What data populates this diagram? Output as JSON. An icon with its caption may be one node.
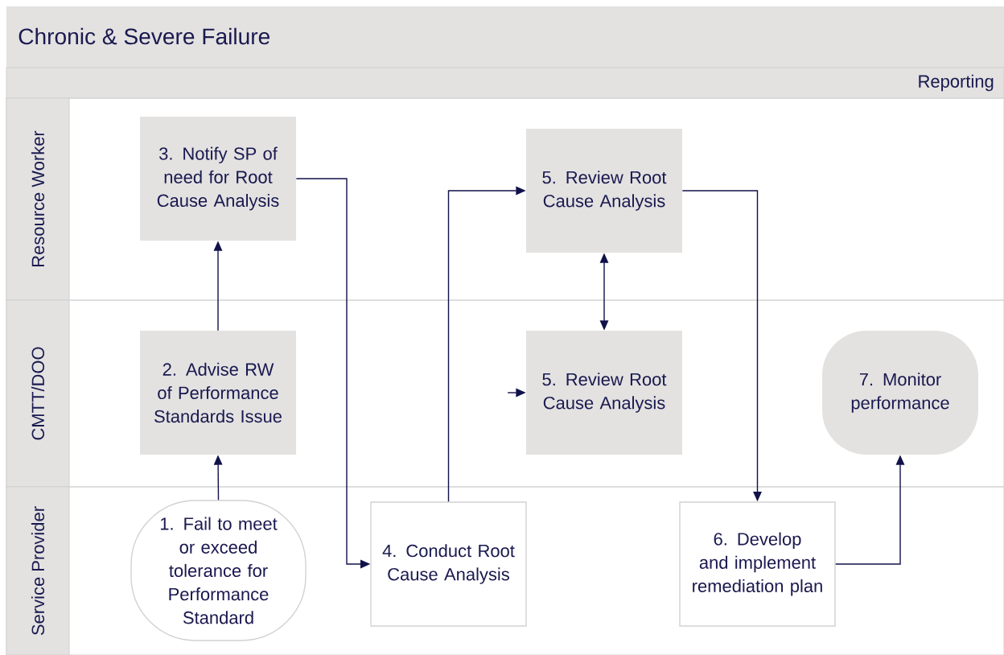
{
  "diagram": {
    "title": "Chronic & Severe Failure",
    "nodes": [
      {
        "text": [
          "Reporting"
        ]
      },
      {
        "text": [
          "Resource Worker"
        ]
      },
      {
        "text": [
          "CMTT/DOO"
        ]
      },
      {
        "text": [
          "Service Provider"
        ]
      },
      {
        "text": [
          "3. Notify SP of need for Root Cause Analysis"
        ],
        "in": 1
      },
      {
        "text": [
          "5. Review Root Cause Analysis"
        ],
        "in": 1
      },
      {
        "text": [
          "2. Advise RW of Performance Standards Issue"
        ],
        "in": 2
      },
      {
        "text": [
          "5. Review Root Cause Analysis"
        ],
        "in": 2
      },
      {
        "text": [
          "7. Monitor performance"
        ],
        "in": 2
      },
      {
        "text": [
          "1. Fail to meet or exceed tolerance for Performance Standard"
        ],
        "in": 3
      },
      {
        "text": [
          "4. Conduct Root Cause Analysis"
        ],
        "in": 3
      },
      {
        "text": [
          "6. Develop and implement remediation plan"
        ],
        "in": 3
      }
    ],
    "edges": [
      {
        "from": 9,
        "to": 6,
        "arrow": "to"
      },
      {
        "from": 6,
        "to": 4,
        "arrow": "to"
      },
      {
        "from": 4,
        "to": 10,
        "arrow": "to"
      },
      {
        "from": 10,
        "to": 5,
        "arrow": "to"
      },
      {
        "from": 5,
        "to": 7,
        "arrow": "both"
      },
      {
        "from": 5,
        "to": 11,
        "arrow": "to"
      },
      {
        "from": 11,
        "to": 8,
        "arrow": "to"
      },
      {
        "from": null,
        "to": 7,
        "arrow": "to"
      }
    ]
  }
}
